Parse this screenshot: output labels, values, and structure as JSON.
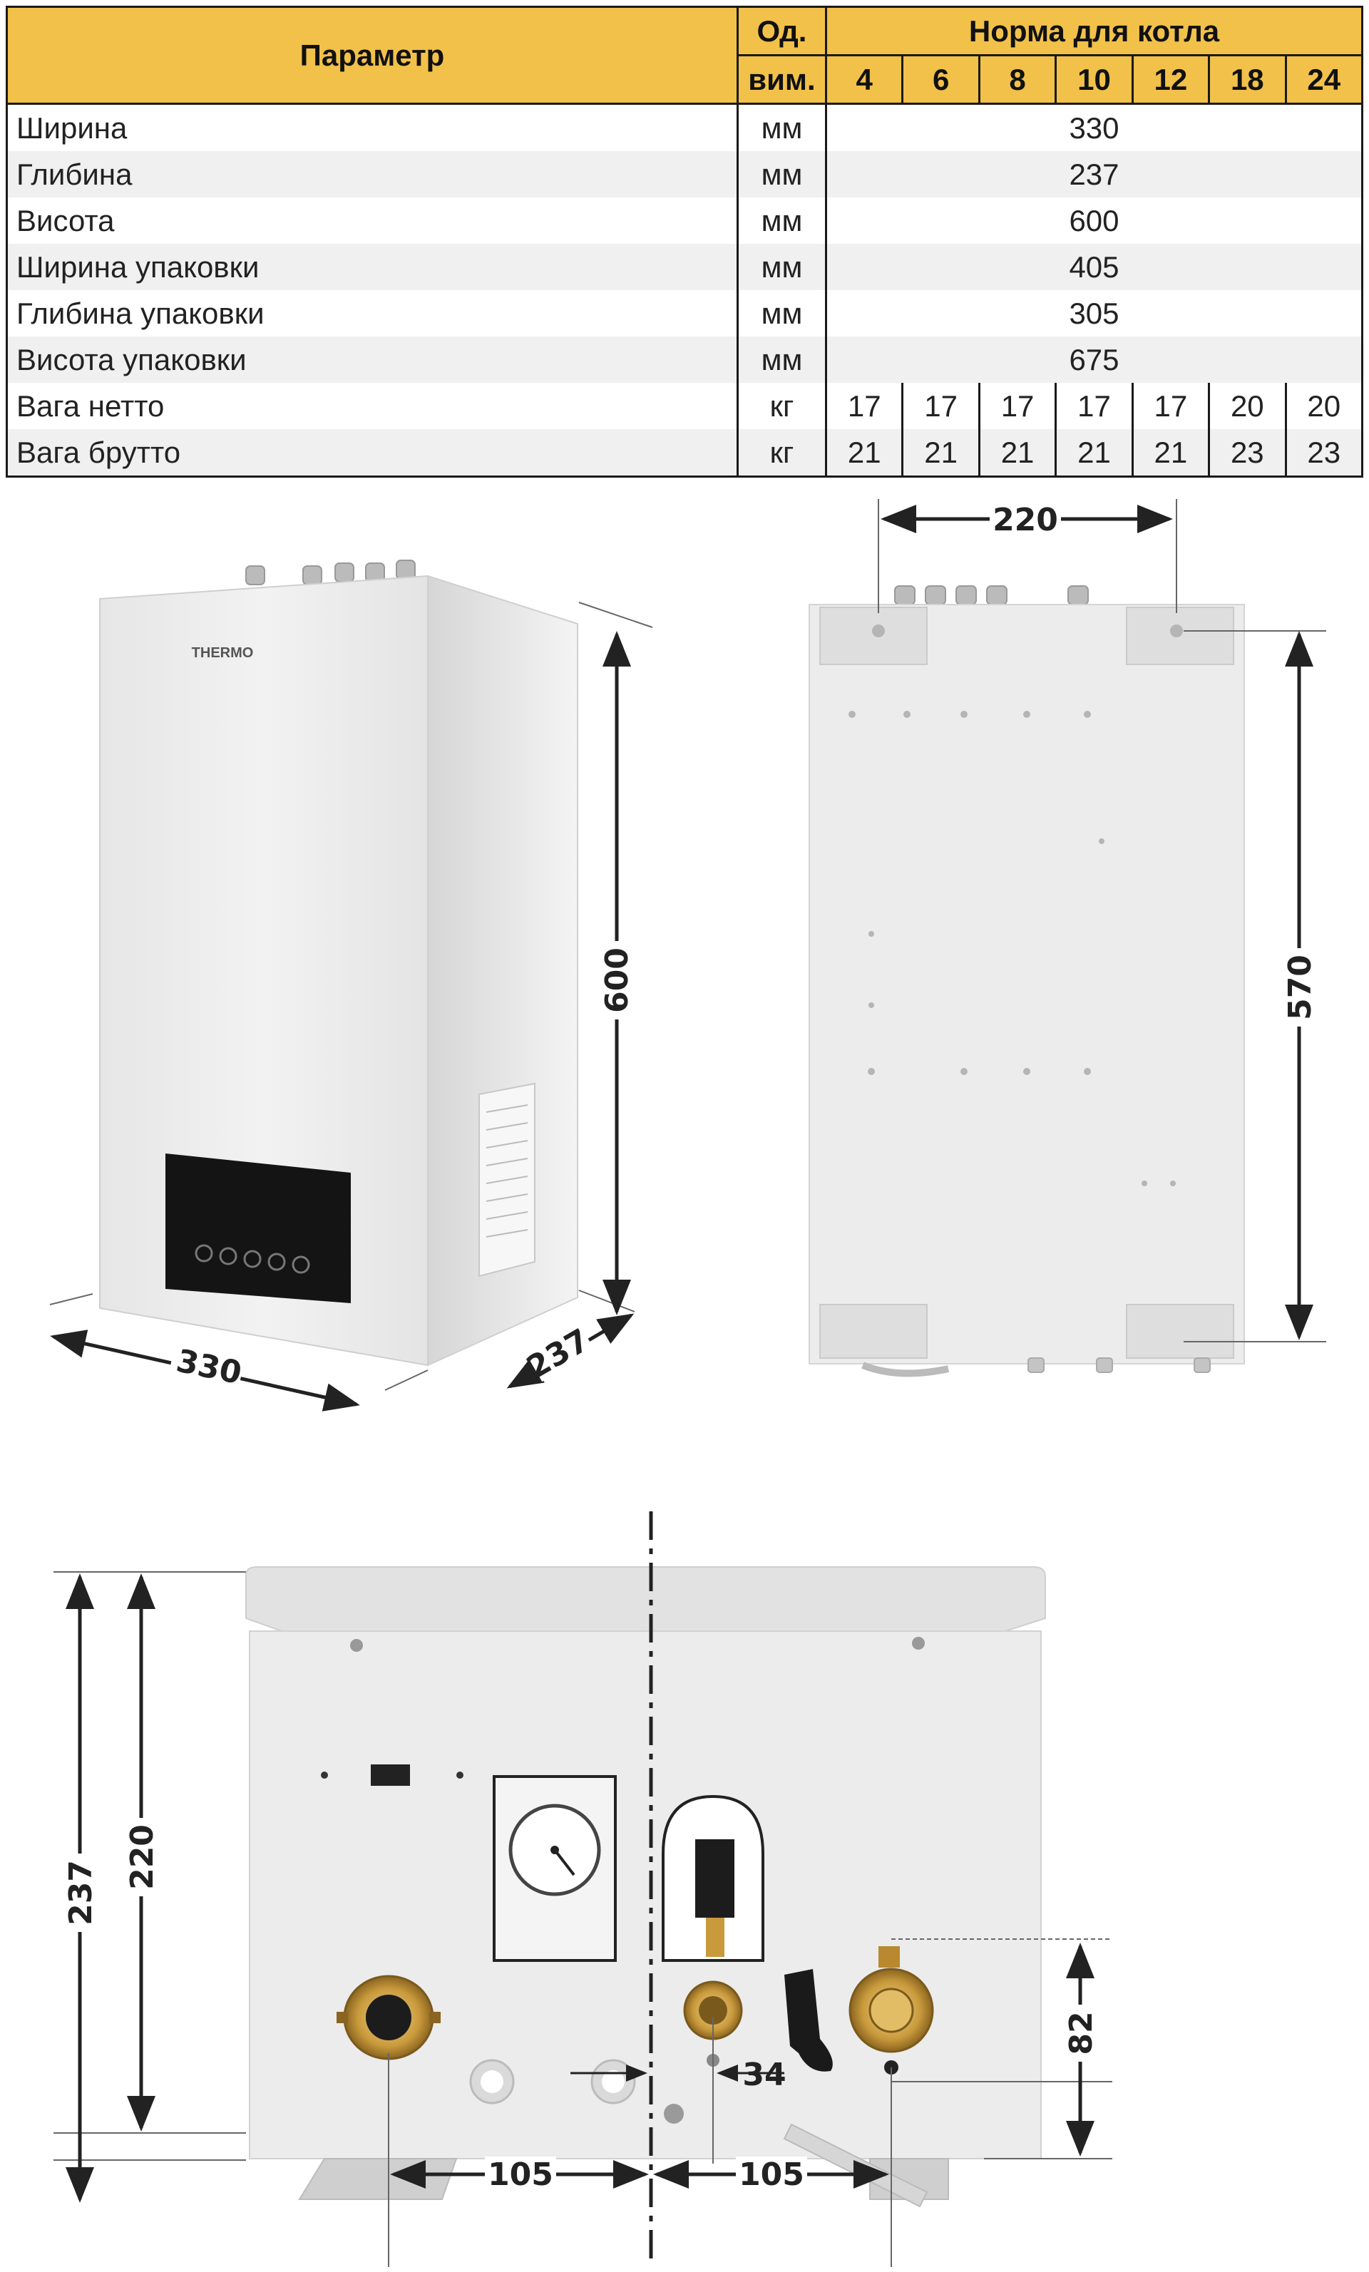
{
  "table": {
    "header": {
      "param": "Параметр",
      "unit_line1": "Од.",
      "unit_line2": "вим.",
      "norm": "Норма для котла",
      "models": [
        "4",
        "6",
        "8",
        "10",
        "12",
        "18",
        "24"
      ]
    },
    "rows": [
      {
        "name": "Ширина",
        "unit": "мм",
        "value": "330"
      },
      {
        "name": "Глибина",
        "unit": "мм",
        "value": "237"
      },
      {
        "name": "Висота",
        "unit": "мм",
        "value": "600"
      },
      {
        "name": "Ширина упаковки",
        "unit": "мм",
        "value": "405"
      },
      {
        "name": "Глибина упаковки",
        "unit": "мм",
        "value": "305"
      },
      {
        "name": "Висота упаковки",
        "unit": "мм",
        "value": "675"
      },
      {
        "name": "Вага нетто",
        "unit": "кг",
        "values": [
          "17",
          "17",
          "17",
          "17",
          "17",
          "20",
          "20"
        ]
      },
      {
        "name": "Вага брутто",
        "unit": "кг",
        "values": [
          "21",
          "21",
          "21",
          "21",
          "21",
          "23",
          "23"
        ]
      }
    ]
  },
  "front_view": {
    "brand": "THERMO",
    "dim_width": "330",
    "dim_depth": "237",
    "dim_height": "600"
  },
  "back_view": {
    "dim_mount_width": "220",
    "dim_mount_height": "570"
  },
  "bottom_view": {
    "dim_depth": "237",
    "dim_mount": "220",
    "dim_offset": "34",
    "dim_height": "82",
    "dim_left": "105",
    "dim_right": "105"
  }
}
